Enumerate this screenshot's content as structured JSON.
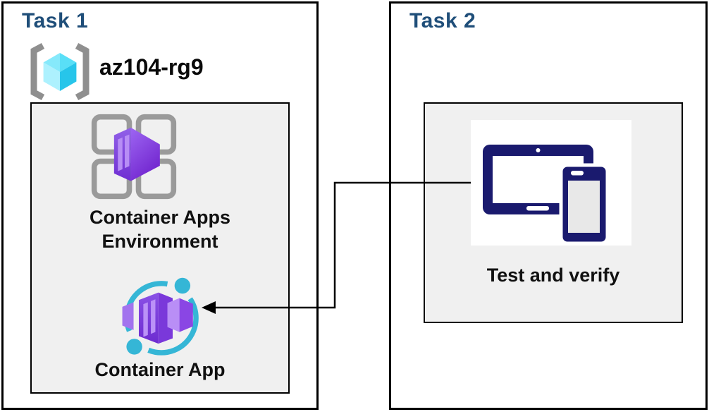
{
  "task1": {
    "title": "Task 1",
    "resource_group": {
      "name": "az104-rg9",
      "icon": "resource-group-icon"
    },
    "environment": {
      "label": "Container Apps Environment",
      "icon": "container-apps-environment-icon"
    },
    "app": {
      "label": "Container App",
      "icon": "container-app-icon"
    }
  },
  "task2": {
    "title": "Task 2",
    "test": {
      "label": "Test and verify",
      "icon": "tablet-and-phone-icon"
    }
  },
  "arrow": {
    "from": "tablet-and-phone-icon",
    "to": "container-app-icon",
    "direction": "left"
  },
  "colors": {
    "title_navy": "#1F4E79",
    "box_border": "#000000",
    "inner_box_bg": "#F0F0F0",
    "device_navy": "#1A1A6E",
    "purple_dark": "#7226CF",
    "purple_mid": "#8A50E0",
    "purple_light": "#B78DF5",
    "cyan_ring": "#35B6D6",
    "cube_cyan": "#59DFF7",
    "bracket_gray": "#8F8F8F"
  }
}
